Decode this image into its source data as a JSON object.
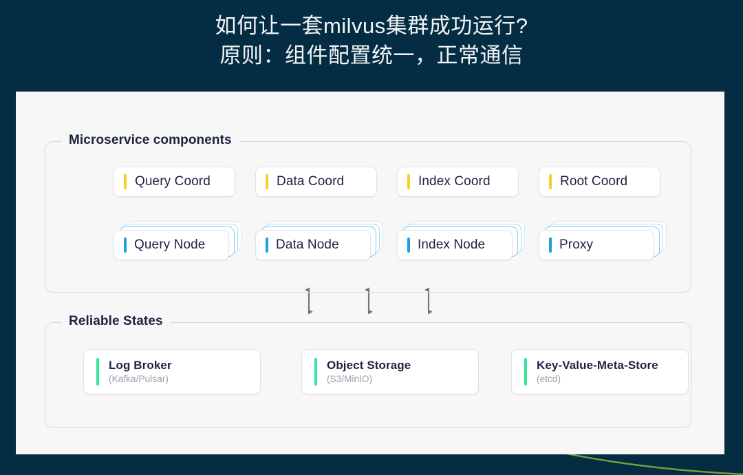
{
  "slide": {
    "title_line1": "如何让一套milvus集群成功运行?",
    "title_line2": "原则：组件配置统一，正常通信",
    "background_color": "#042c43",
    "panel_color": "#f7f7f7",
    "accent_yellow": "#f5d028",
    "accent_blue": "#1d9fe3",
    "accent_green": "#33e69c",
    "decor_curve_color": "#7aa83a"
  },
  "diagram": {
    "groups": [
      {
        "id": "microservice",
        "legend": "Microservice components",
        "coord_row": [
          {
            "label": "Query Coord",
            "accent": "yellow"
          },
          {
            "label": "Data Coord",
            "accent": "yellow"
          },
          {
            "label": "Index Coord",
            "accent": "yellow"
          },
          {
            "label": "Root Coord",
            "accent": "yellow"
          }
        ],
        "node_row": [
          {
            "label": "Query Node",
            "accent": "blue",
            "stacked": true
          },
          {
            "label": "Data Node",
            "accent": "blue",
            "stacked": true
          },
          {
            "label": "Index Node",
            "accent": "blue",
            "stacked": true
          },
          {
            "label": "Proxy",
            "accent": "blue",
            "stacked": true
          }
        ]
      },
      {
        "id": "reliable-states",
        "legend": "Reliable States",
        "state_row": [
          {
            "title": "Log Broker",
            "subtitle": "(Kafka/Pulsar)",
            "accent": "green"
          },
          {
            "title": "Object Storage",
            "subtitle": "(S3/MinIO)",
            "accent": "green"
          },
          {
            "title": "Key-Value-Meta-Store",
            "subtitle": "(etcd)",
            "accent": "green"
          }
        ]
      }
    ],
    "connectors": {
      "kind": "double-headed-vertical-arrow",
      "count": 3,
      "color": "#6f7384"
    }
  }
}
